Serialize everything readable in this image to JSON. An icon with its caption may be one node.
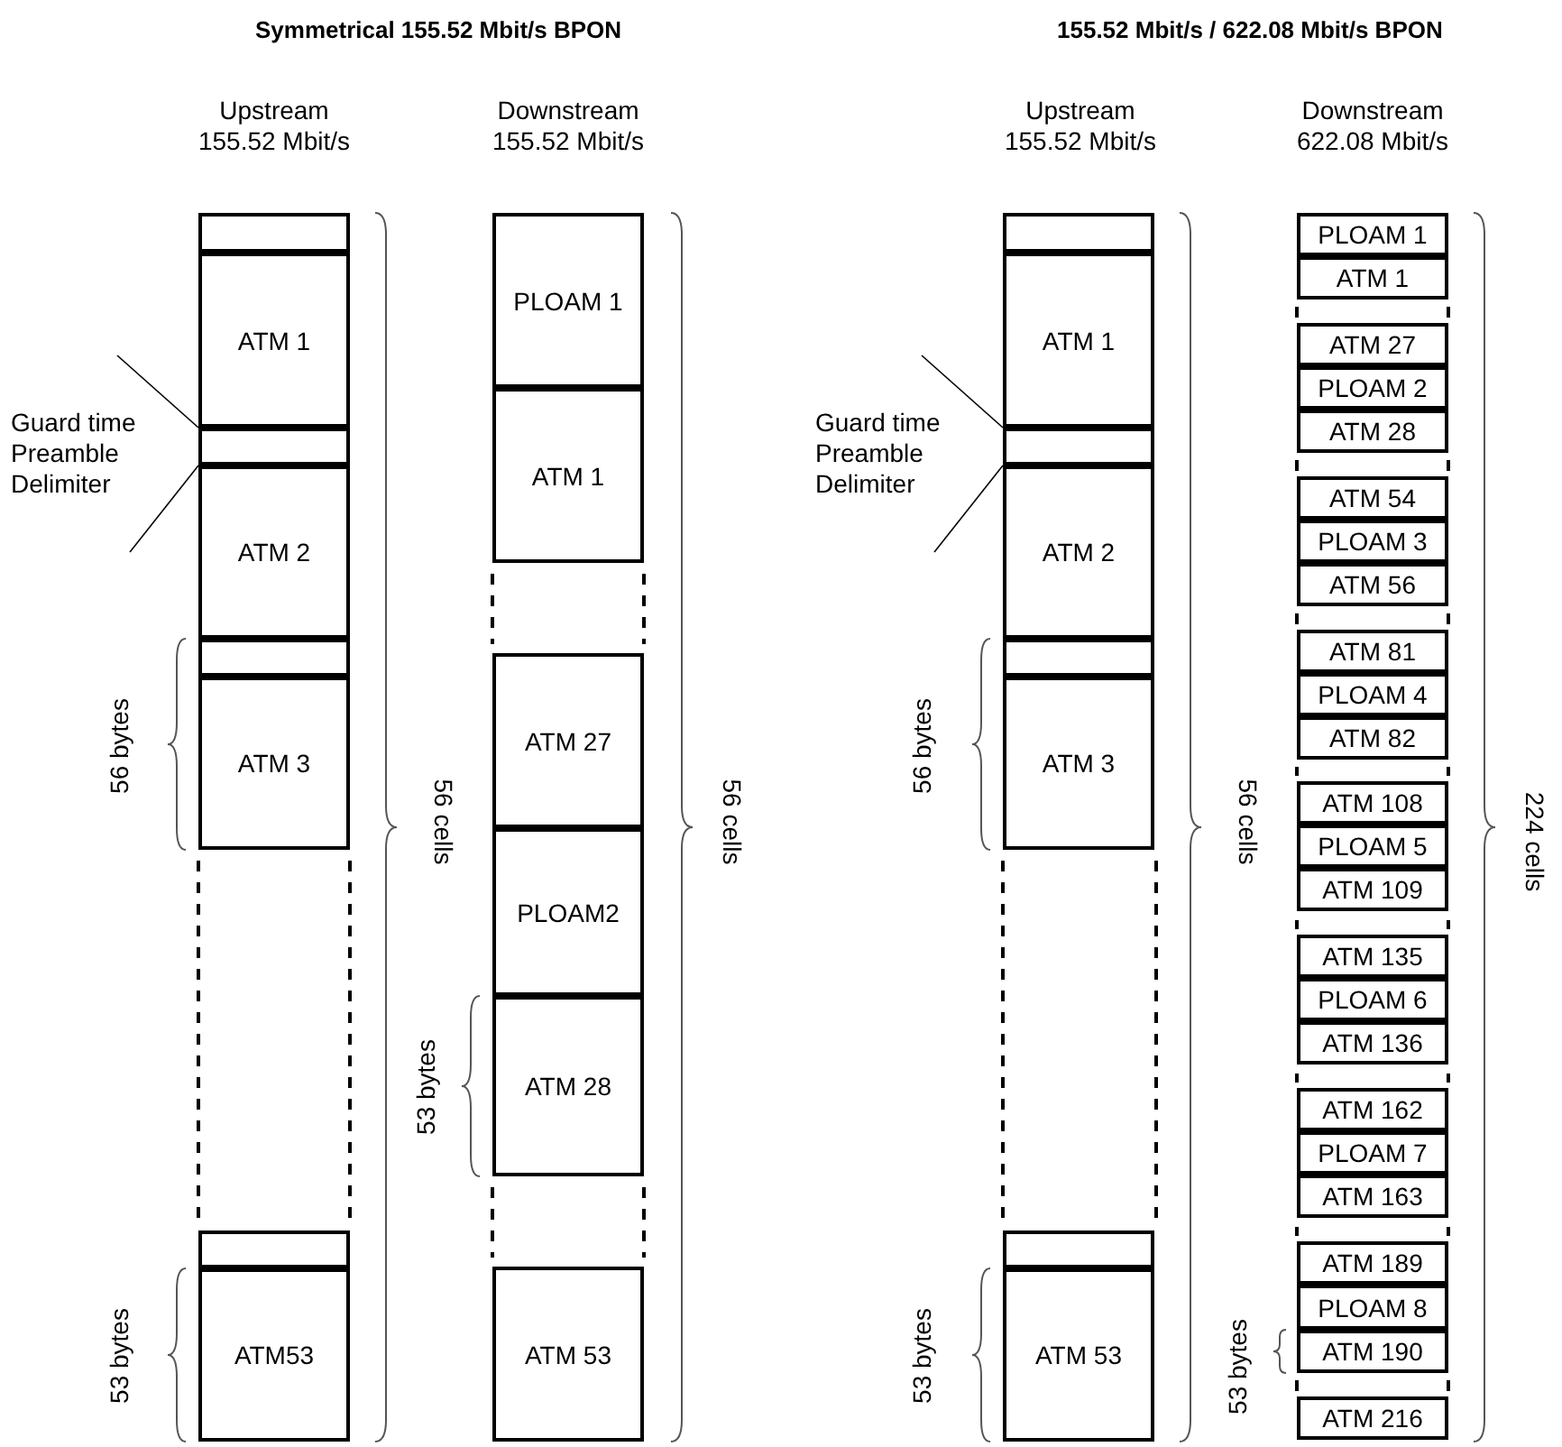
{
  "diagram": {
    "nodes": [
      {
        "text": [],
        "shape": "box"
      },
      {
        "text": [
          "ATM 1"
        ]
      },
      {
        "text": [],
        "shape": "box"
      },
      {
        "text": [
          "ATM 2"
        ]
      },
      {
        "text": [],
        "shape": "box"
      },
      {
        "text": [
          "ATM 3"
        ]
      },
      {
        "text": [],
        "shape": "box"
      },
      {
        "text": [
          "ATM53"
        ]
      },
      {
        "text": [
          "Guard time Preamble Delimiter"
        ]
      },
      {
        "text": [
          "PLOAM 1"
        ]
      },
      {
        "text": [
          "ATM 1"
        ]
      },
      {
        "text": [
          "ATM 27"
        ]
      },
      {
        "text": [
          "PLOAM2"
        ]
      },
      {
        "text": [
          "ATM 28"
        ]
      },
      {
        "text": [
          "ATM 53"
        ]
      },
      {
        "text": [],
        "shape": "box"
      },
      {
        "text": [
          "ATM 1"
        ]
      },
      {
        "text": [],
        "shape": "box"
      },
      {
        "text": [
          "ATM 2"
        ]
      },
      {
        "text": [],
        "shape": "box"
      },
      {
        "text": [
          "ATM 3"
        ]
      },
      {
        "text": [],
        "shape": "box"
      },
      {
        "text": [
          "ATM 53"
        ]
      },
      {
        "text": [
          "Guard time Preamble Delimiter"
        ]
      },
      {
        "text": [
          "PLOAM 1"
        ]
      },
      {
        "text": [
          "ATM 1"
        ]
      },
      {
        "text": [
          "ATM 27"
        ]
      },
      {
        "text": [
          "PLOAM 2"
        ]
      },
      {
        "text": [
          "ATM 28"
        ]
      },
      {
        "text": [
          "ATM 54"
        ]
      },
      {
        "text": [
          "PLOAM 3"
        ]
      },
      {
        "text": [
          "ATM 56"
        ]
      },
      {
        "text": [
          "ATM 81"
        ]
      },
      {
        "text": [
          "PLOAM 4"
        ]
      },
      {
        "text": [
          "ATM 82"
        ]
      },
      {
        "text": [
          "ATM 108"
        ]
      },
      {
        "text": [
          "PLOAM 5"
        ]
      },
      {
        "text": [
          "ATM 109"
        ]
      },
      {
        "text": [
          "ATM 135"
        ]
      },
      {
        "text": [
          "PLOAM 6"
        ]
      },
      {
        "text": [
          "ATM 136"
        ]
      },
      {
        "text": [
          "ATM 162"
        ]
      },
      {
        "text": [
          "PLOAM 7"
        ]
      },
      {
        "text": [
          "ATM 163"
        ]
      },
      {
        "text": [
          "ATM 189"
        ]
      },
      {
        "text": [
          "PLOAM 8"
        ]
      },
      {
        "text": [
          "ATM 190"
        ]
      },
      {
        "text": [
          "ATM 216"
        ]
      }
    ],
    "edges": [
      {
        "from": 8,
        "to": 2,
        "arrow": "none"
      },
      {
        "from": 8,
        "to": 2,
        "arrow": "none"
      },
      {
        "from": 23,
        "to": 17,
        "arrow": "none"
      },
      {
        "from": 23,
        "to": 17,
        "arrow": "none"
      }
    ],
    "labels": [
      "Symmetrical 155.52 Mbit/s BPON",
      "155.52 Mbit/s / 622.08 Mbit/s BPON",
      "Upstream 155.52 Mbit/s",
      "Downstream 155.52 Mbit/s",
      "Upstream 155.52 Mbit/s",
      "Downstream 622.08 Mbit/s",
      "56 bytes",
      "56 cells",
      "53 bytes",
      "56 cells",
      "53 bytes",
      "56 bytes",
      "56 cells",
      "224 cells",
      "53 bytes",
      "53 bytes"
    ]
  }
}
